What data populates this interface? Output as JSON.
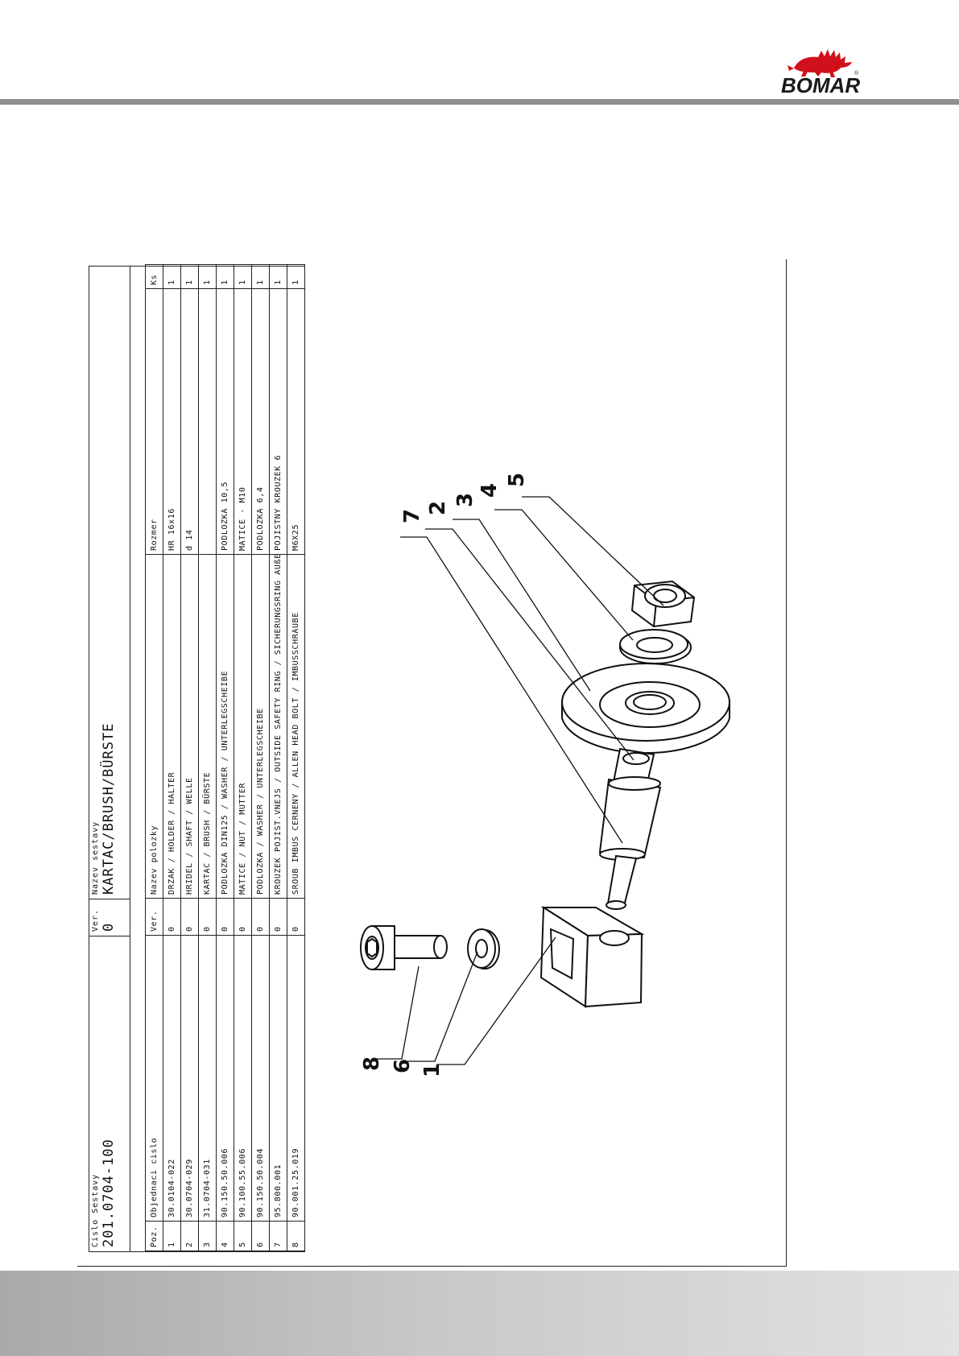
{
  "brand": {
    "name": "BOMAR",
    "registered": "®",
    "accent": "#d0111b"
  },
  "title_block": {
    "assembly_number_label": "Cislo Sestavy",
    "assembly_number": "201.0704-100",
    "version_label": "Ver.",
    "version": "0",
    "assembly_name_label": "Nazev sestavy",
    "assembly_name": "KARTAC/BRUSH/BÜRSTE"
  },
  "parts_table": {
    "columns": [
      "Poz.",
      "Objednaci cislo",
      "Ver.",
      "Nazev polozky",
      "Rozmer",
      "Ks"
    ],
    "rows": [
      [
        "1",
        "30.0104-022",
        "0",
        "DRZAK / HOLDER / HALTER",
        "HR 16x16",
        "1"
      ],
      [
        "2",
        "30.0704-029",
        "0",
        "HRIDEL / SHAFT / WELLE",
        "d 14",
        "1"
      ],
      [
        "3",
        "31.0704-031",
        "0",
        "KARTAC / BRUSH / BÜRSTE",
        "",
        "1"
      ],
      [
        "4",
        "90.150.50.006",
        "0",
        "PODLOZKA DIN125 / WASHER / UNTERLEGSCHEIBE",
        "PODLOZKA 10,5",
        "1"
      ],
      [
        "5",
        "90.100.55.006",
        "0",
        "MATICE / NUT / MUTTER",
        "MATICE - M10",
        "1"
      ],
      [
        "6",
        "90.150.50.004",
        "0",
        "PODLOZKA / WASHER / UNTERLEGSCHEIBE",
        "PODLOZKA 6,4",
        "1"
      ],
      [
        "7",
        "95.800.001",
        "0",
        "KROUZEK POJIST.VNEJS / OUTSIDE SAFETY RING / SICHERUNGSRING AUßEN",
        "POJISTNY KROUZEK 6",
        "1"
      ],
      [
        "8",
        "90.001.25.019",
        "0",
        "SROUB IMBUS CERNENY / ALLEN HEAD BOLT / IMBUSSCHRAUBE",
        "M6X25",
        "1"
      ]
    ]
  },
  "callouts": [
    "7",
    "2",
    "3",
    "4",
    "5",
    "8",
    "6",
    "1"
  ]
}
